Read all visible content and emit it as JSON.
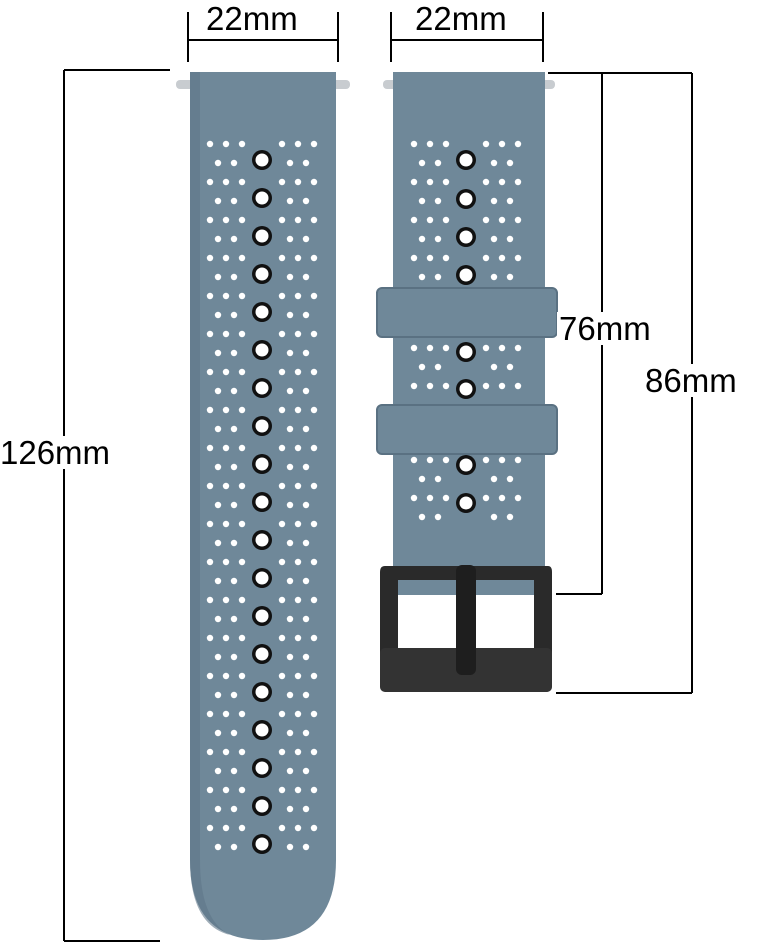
{
  "product": {
    "strap_color": "#6f8899",
    "strap_highlight": "#7f98a8",
    "hole_color": "#ffffff",
    "tracer_ring_color": "#111111",
    "buckle_color": "#2a2a2a"
  },
  "dimensions": {
    "long_strap_width": "22mm",
    "buckle_strap_width": "22mm",
    "long_strap_length": "126mm",
    "buckle_strap_inner_length": "76mm",
    "buckle_strap_total_length": "86mm"
  }
}
